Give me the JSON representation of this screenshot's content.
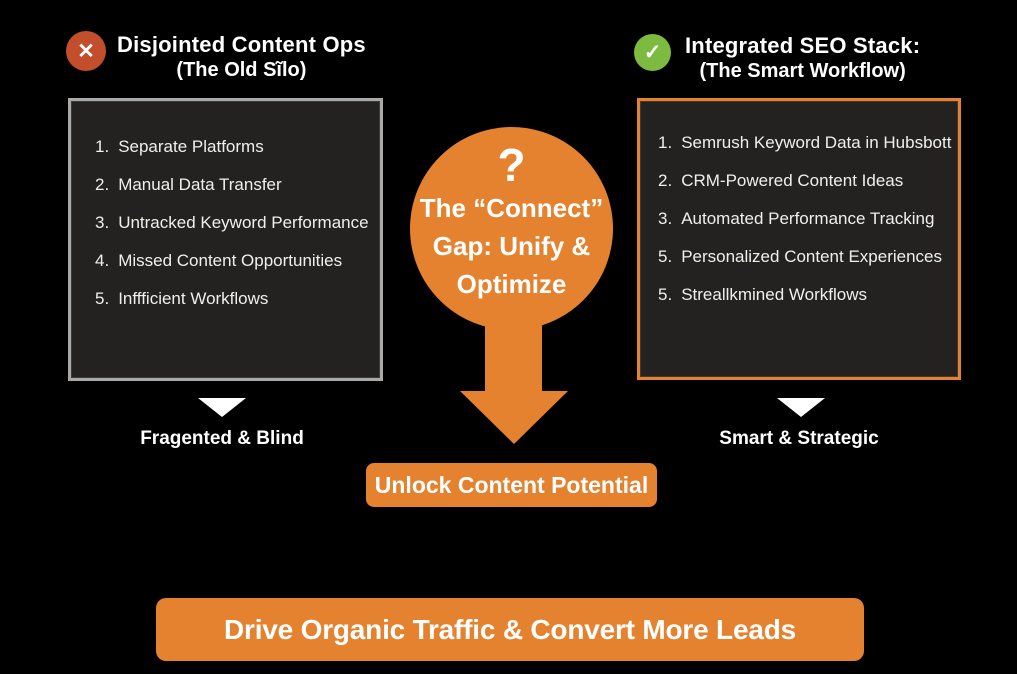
{
  "colors": {
    "background": "#000000",
    "accent_orange": "#E5822F",
    "error_red": "#C24E2B",
    "success_green": "#7CBB3F",
    "box_background": "#232221",
    "left_box_border": "#A9A9A9",
    "text_white": "#FFFFFF"
  },
  "icons": {
    "x": "✕",
    "check": "✓"
  },
  "left_panel": {
    "title": "Disjointed Content Ops",
    "subtitle": "(The Old Sĩlo)",
    "items": [
      {
        "num": "1.",
        "text": "Separate Platforms"
      },
      {
        "num": "2.",
        "text": "Manual Data Transfer"
      },
      {
        "num": "3.",
        "text": "Untracked Keyword Performance"
      },
      {
        "num": "4.",
        "text": "Missed Content Opportunities"
      },
      {
        "num": "5.",
        "text": "Inffficient Workflows"
      }
    ],
    "footer_label": "Fragented & Blind"
  },
  "right_panel": {
    "title": "Integrated SEO Stack:",
    "subtitle": "(The Smart Workflow)",
    "items": [
      {
        "num": "1.",
        "text": "Semrush Keyword Data in Hubsbott"
      },
      {
        "num": "2.",
        "text": "CRM-Powered Content Ideas"
      },
      {
        "num": "3.",
        "text": "Automated Performance Tracking"
      },
      {
        "num": "5.",
        "text": "Personalized Content Experiences"
      },
      {
        "num": "5.",
        "text": "Streallkmined Workflows"
      }
    ],
    "footer_label": "Smart & Strategic"
  },
  "center": {
    "question_mark": "?",
    "line1": "The “Connect”",
    "line2": "Gap: Unify &",
    "line3": "Optimize",
    "cta_button": "Unlock Content Potential"
  },
  "banner": {
    "label": "Drive Organic Traffic & Convert More Leads"
  }
}
